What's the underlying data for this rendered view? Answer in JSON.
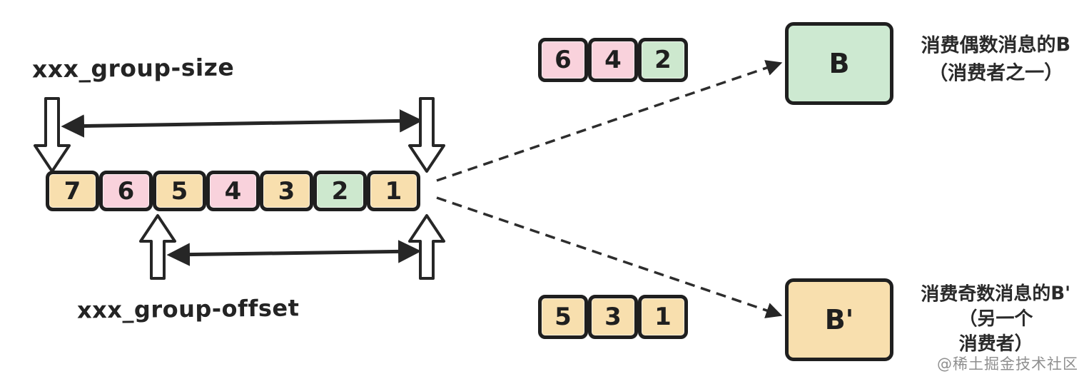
{
  "diagram": {
    "top_label": "xxx_group-size",
    "bottom_label": "xxx_group-offset",
    "main_array": {
      "cells": [
        {
          "value": "7",
          "color": "#F8DFAE"
        },
        {
          "value": "6",
          "color": "#F9D2DC"
        },
        {
          "value": "5",
          "color": "#F8DFAE"
        },
        {
          "value": "4",
          "color": "#F9D2DC"
        },
        {
          "value": "3",
          "color": "#F8DFAE"
        },
        {
          "value": "2",
          "color": "#CDE8CE"
        },
        {
          "value": "1",
          "color": "#F8DFAE"
        }
      ]
    },
    "even_array": {
      "cells": [
        {
          "value": "6",
          "color": "#F9D2DC"
        },
        {
          "value": "4",
          "color": "#F9D2DC"
        },
        {
          "value": "2",
          "color": "#CDE8CE"
        }
      ]
    },
    "odd_array": {
      "cells": [
        {
          "value": "5",
          "color": "#F8DFAE"
        },
        {
          "value": "3",
          "color": "#F8DFAE"
        },
        {
          "value": "1",
          "color": "#F8DFAE"
        }
      ]
    },
    "node_b": {
      "label": "B",
      "color": "#CDE9D1"
    },
    "node_b_prime": {
      "label": "B'",
      "color": "#F8DFAE"
    },
    "caption_b": {
      "line1": "消费偶数消息的B",
      "line2": "（消费者之一）"
    },
    "caption_b_prime": {
      "line1": "消费奇数消息的B'",
      "line2": "（另一个",
      "line3": "消费者）"
    },
    "watermark": "@稀土掘金技术社区",
    "colors": {
      "stroke": "#1f1f1f",
      "orange": "#F8DFAE",
      "pink": "#F9D2DC",
      "green": "#CDE8CE",
      "arrow_fill": "#ffffff"
    }
  }
}
